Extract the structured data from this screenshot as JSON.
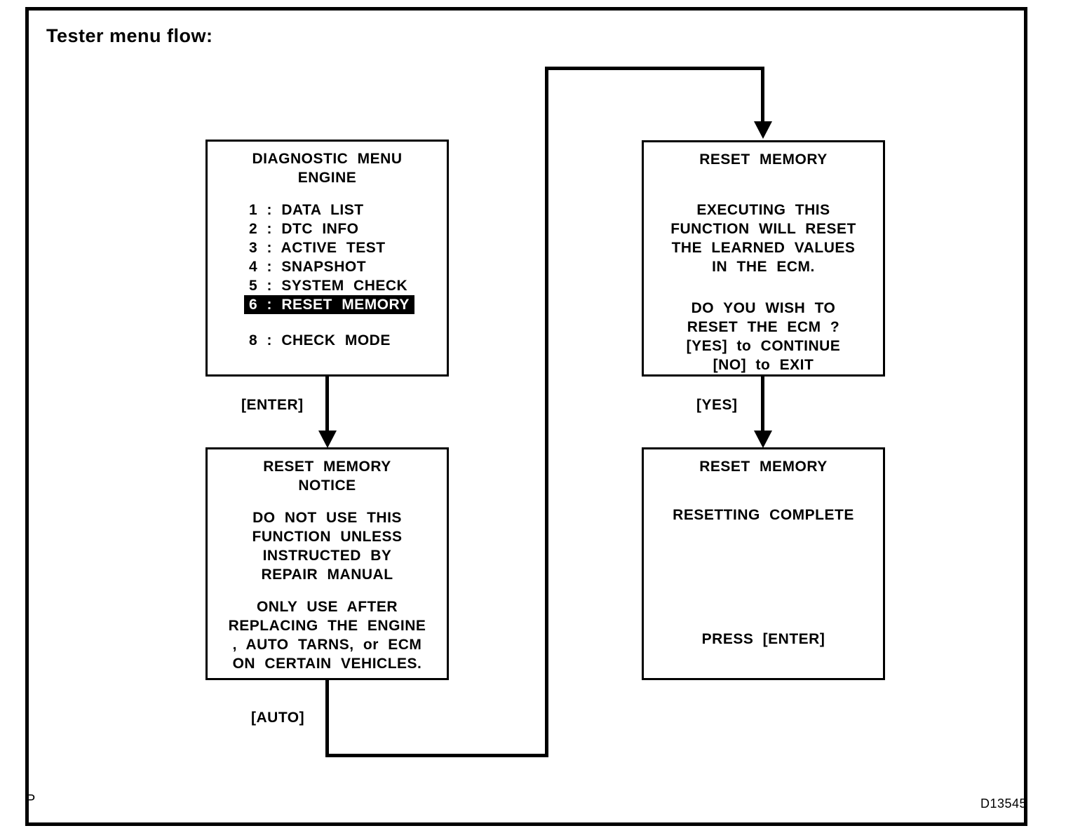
{
  "title": "Tester menu flow:",
  "figure_code": "D13545",
  "page_marker": "P",
  "colors": {
    "ink": "#000000",
    "paper": "#ffffff",
    "highlight_bg": "#000000",
    "highlight_text": "#ffffff"
  },
  "screens": {
    "menu": {
      "header": [
        "DIAGNOSTIC MENU",
        "ENGINE"
      ],
      "items": [
        "1 : DATA LIST",
        "2 : DTC INFO",
        "3 : ACTIVE TEST",
        "4 : SNAPSHOT",
        "5 : SYSTEM CHECK",
        "6 : RESET MEMORY",
        "8 : CHECK MODE"
      ],
      "selected_item": "6 : RESET MEMORY"
    },
    "notice": {
      "header": [
        "RESET MEMORY",
        "NOTICE"
      ],
      "para1": [
        "DO NOT USE THIS",
        "FUNCTION UNLESS",
        "INSTRUCTED BY",
        "REPAIR MANUAL"
      ],
      "para2": [
        "ONLY USE AFTER",
        "REPLACING THE ENGINE",
        ", AUTO TARNS, or ECM",
        "ON CERTAIN VEHICLES."
      ]
    },
    "confirm": {
      "header": [
        "RESET MEMORY"
      ],
      "para1": [
        "EXECUTING THIS",
        "FUNCTION WILL RESET",
        "THE LEARNED VALUES",
        "IN THE ECM."
      ],
      "para2": [
        "DO YOU WISH TO",
        "RESET THE ECM ?",
        "[YES] to CONTINUE",
        "[NO] to EXIT"
      ]
    },
    "complete": {
      "header": [
        "RESET MEMORY"
      ],
      "message": "RESETTING COMPLETE",
      "footer": "PRESS [ENTER]"
    }
  },
  "connector_labels": {
    "enter": "[ENTER]",
    "yes": "[YES]",
    "auto": "[AUTO]"
  }
}
